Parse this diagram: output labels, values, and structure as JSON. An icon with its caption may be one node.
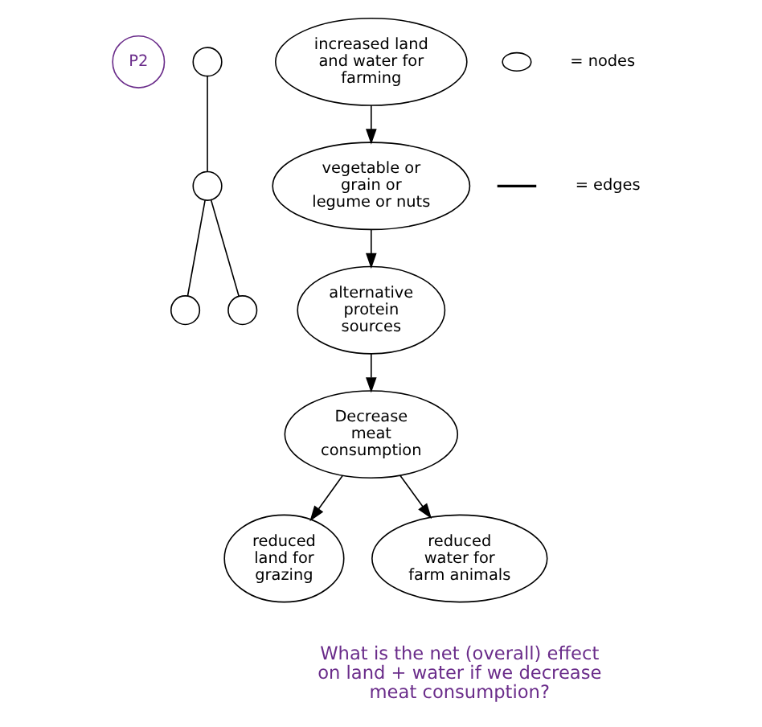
{
  "diagram": {
    "nodes": [
      {
        "text": [
          "P2"
        ]
      },
      {
        "text": [],
        "shape": "circle"
      },
      {
        "text": [],
        "shape": "circle"
      },
      {
        "text": [],
        "shape": "circle"
      },
      {
        "text": [],
        "shape": "circle"
      },
      {
        "text": [
          "alternative protein sources"
        ]
      },
      {
        "text": [
          "vegetable or grain or legume or nuts"
        ]
      },
      {
        "text": [
          "Decrease meat consumption"
        ]
      },
      {
        "text": [
          "reduced land for grazing"
        ]
      },
      {
        "text": [
          "reduced water for farm animals"
        ]
      },
      {
        "text": [
          "increased land and water for farming"
        ]
      }
    ],
    "edges": [
      {
        "from": 1,
        "to": 2,
        "arrow": "none"
      },
      {
        "from": 2,
        "to": 3,
        "arrow": "none"
      },
      {
        "from": 2,
        "to": 4,
        "arrow": "none"
      },
      {
        "from": 6,
        "to": 5,
        "arrow": "to"
      },
      {
        "from": 5,
        "to": 7,
        "arrow": "to"
      },
      {
        "from": 7,
        "to": 8,
        "arrow": "to"
      },
      {
        "from": 7,
        "to": 9,
        "arrow": "to"
      },
      {
        "from": 10,
        "to": 6,
        "arrow": "to"
      }
    ],
    "labels": [
      "What is the net (overall) effect on land + water if we decrease meat consumption?"
    ],
    "legend": [
      {
        "text": "= nodes"
      },
      {
        "text": "= edges"
      }
    ]
  }
}
